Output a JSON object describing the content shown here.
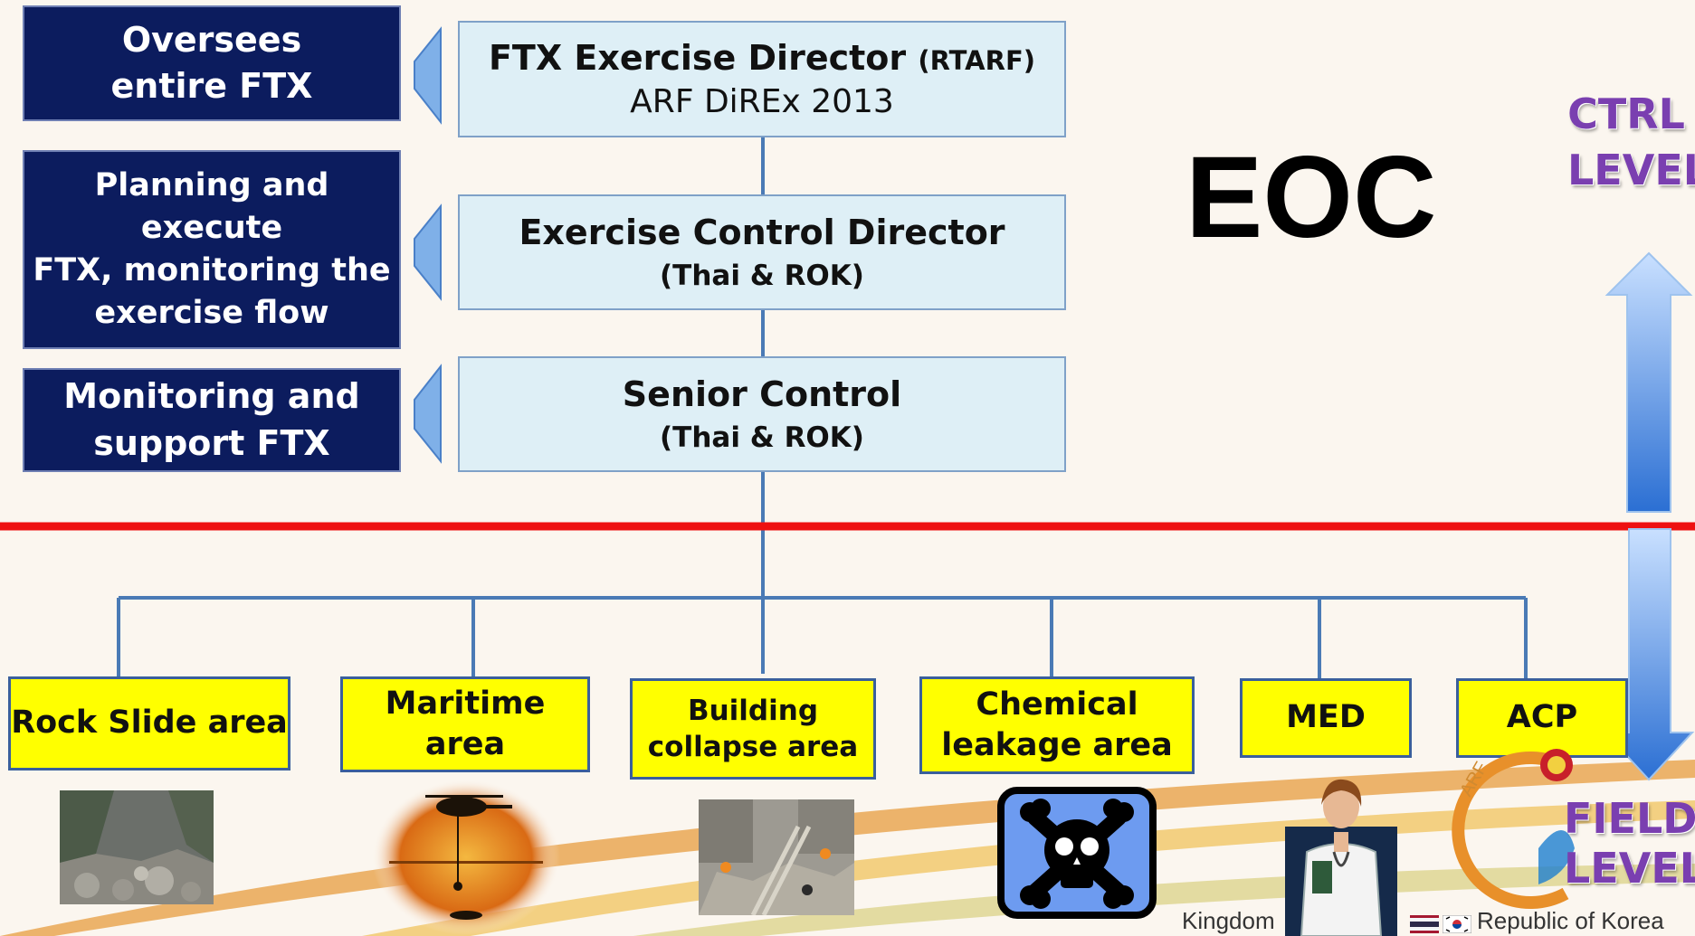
{
  "roles": [
    {
      "line1": "Oversees",
      "line2": "entire FTX"
    },
    {
      "line1": "Planning and execute",
      "line2": "FTX, monitoring the",
      "line3": "exercise flow"
    },
    {
      "line1": "Monitoring and",
      "line2": "support FTX"
    }
  ],
  "control": [
    {
      "title": "FTX Exercise Director",
      "title_suffix": "(RTARF)",
      "subtitle": "ARF DiREx 2013"
    },
    {
      "title": "Exercise Control Director",
      "subtitle": "(Thai & ROK)"
    },
    {
      "title": "Senior Control",
      "subtitle": "(Thai & ROK)"
    }
  ],
  "eoc_label": "EOC",
  "ctrl_level": {
    "line1": "CTRL",
    "line2": "LEVEL"
  },
  "field_level": {
    "line1": "FIELD",
    "line2": "LEVEL"
  },
  "field_areas": [
    {
      "line1": "Rock Slide area"
    },
    {
      "line1": "Maritime",
      "line2": "area"
    },
    {
      "line1": "Building",
      "line2": "collapse area"
    },
    {
      "line1": "Chemical",
      "line2": "leakage area"
    },
    {
      "line1": "MED"
    },
    {
      "line1": "ACP"
    }
  ],
  "logo_text": "ARF",
  "footer": {
    "kingdom": "Kingdom",
    "korea": "Republic of Korea"
  },
  "icons": [
    "rock-slide-photo",
    "helicopter-rescue-photo",
    "collapsed-building-photo",
    "skull-crossbones-icon",
    "doctor-figure",
    "thailand-flag-icon",
    "korea-flag-icon",
    "arf-logo"
  ],
  "colors": {
    "navy": "#0c1c5e",
    "light_box": "#deeff6",
    "yellow": "#ffff00",
    "connector": "#4a7ab5",
    "divider": "#ee1111",
    "level_text": "#7a3fb0"
  }
}
